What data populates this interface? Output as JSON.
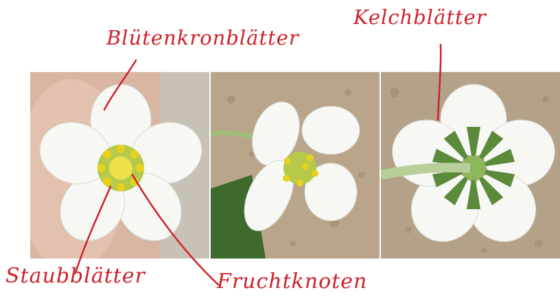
{
  "labels": {
    "petals": "Blütenkronblätter",
    "sepals": "Kelchblätter",
    "stamens": "Staubblätter",
    "ovary": "Fruchtknoten"
  },
  "colors": {
    "annotation": "#d0202a",
    "petal": "#f7f7f4",
    "stamen": "#e6d21c",
    "sepal": "#5a8a3a",
    "soil": "#b9a58a"
  }
}
